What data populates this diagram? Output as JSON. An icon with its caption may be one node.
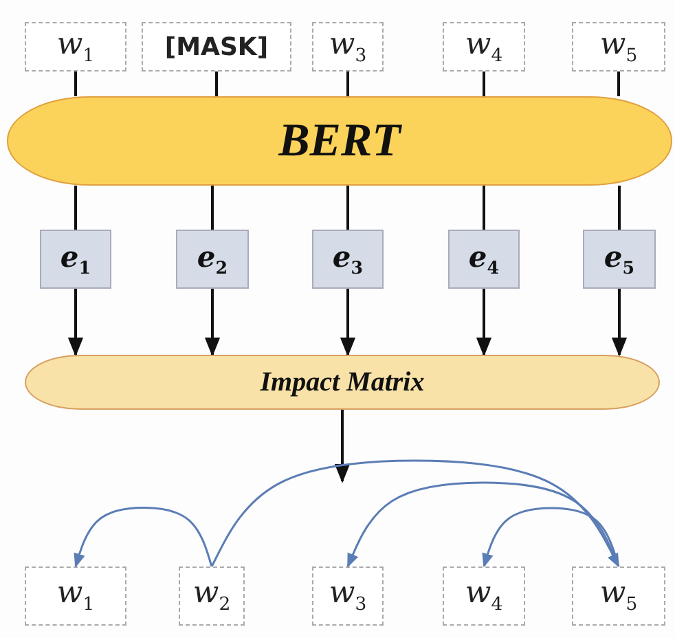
{
  "diagram": {
    "nodes": [
      {
        "text": [
          "*w*$_{1}$"
        ]
      },
      {
        "text": [
          "[MASK]"
        ]
      },
      {
        "text": [
          "*w*$_{3}$"
        ]
      },
      {
        "text": [
          "*w*$_{4}$"
        ]
      },
      {
        "text": [
          "*w*$_{5}$"
        ]
      },
      {
        "text": [
          "BERT"
        ]
      },
      {
        "text": [
          "*e*$_{1}$"
        ]
      },
      {
        "text": [
          "*e*$_{2}$"
        ]
      },
      {
        "text": [
          "*e*$_{3}$"
        ]
      },
      {
        "text": [
          "*e*$_{4}$"
        ]
      },
      {
        "text": [
          "*e*$_{5}$"
        ]
      },
      {
        "text": [
          "Impact Matrix"
        ]
      },
      {
        "text": [
          "*w*$_{1}$"
        ]
      },
      {
        "text": [
          "*w*$_{2}$"
        ]
      },
      {
        "text": [
          "*w*$_{3}$"
        ]
      },
      {
        "text": [
          "*w*$_{4}$"
        ]
      },
      {
        "text": [
          "*w*$_{5}$"
        ]
      }
    ],
    "edges": [
      {
        "from": 0,
        "to": 5,
        "arrow": "none"
      },
      {
        "from": 1,
        "to": 5,
        "arrow": "none"
      },
      {
        "from": 2,
        "to": 5,
        "arrow": "none"
      },
      {
        "from": 3,
        "to": 5,
        "arrow": "none"
      },
      {
        "from": 4,
        "to": 5,
        "arrow": "none"
      },
      {
        "from": 5,
        "to": 6,
        "arrow": "none"
      },
      {
        "from": 5,
        "to": 7,
        "arrow": "none"
      },
      {
        "from": 5,
        "to": 8,
        "arrow": "none"
      },
      {
        "from": 5,
        "to": 9,
        "arrow": "none"
      },
      {
        "from": 5,
        "to": 10,
        "arrow": "none"
      },
      {
        "from": 6,
        "to": 11,
        "arrow": "to"
      },
      {
        "from": 7,
        "to": 11,
        "arrow": "to"
      },
      {
        "from": 8,
        "to": 11,
        "arrow": "to"
      },
      {
        "from": 9,
        "to": 11,
        "arrow": "to"
      },
      {
        "from": 10,
        "to": 11,
        "arrow": "to"
      },
      {
        "from": 11,
        "to": null,
        "arrow": "to"
      },
      {
        "from": 13,
        "to": 12,
        "arrow": "to",
        "color": "#5b7db5"
      },
      {
        "from": 13,
        "to": 16,
        "arrow": "to",
        "color": "#5b7db5"
      },
      {
        "from": 16,
        "to": 14,
        "arrow": "to",
        "color": "#5b7db5"
      },
      {
        "from": 16,
        "to": 15,
        "arrow": "to",
        "color": "#5b7db5"
      }
    ]
  }
}
